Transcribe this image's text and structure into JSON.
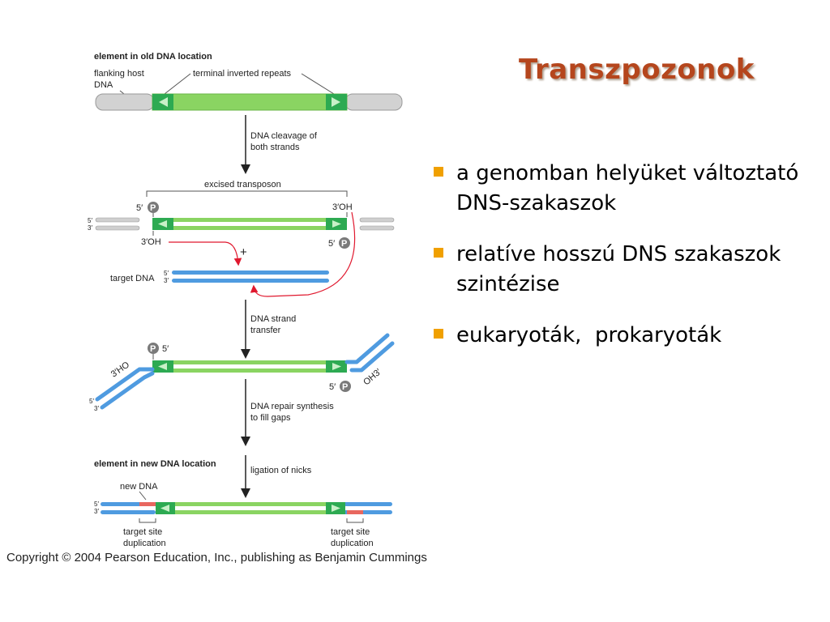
{
  "slide": {
    "title": "Transzpozonok",
    "bullets": [
      "a genomban helyüket változtató DNS-szakaszok",
      "relatíve hosszú DNS szakaszok szintézise",
      "eukaryoták,  prokaryoták"
    ],
    "copyright": "Copyright © 2004 Pearson Education, Inc., publishing as Benjamin Cummings"
  },
  "diagram": {
    "labels": {
      "old_location": "element in old DNA location",
      "flanking_host": "flanking host",
      "dna_word": "DNA",
      "terminal_repeats": "terminal inverted repeats",
      "cleavage_1": "DNA cleavage of",
      "cleavage_2": "both strands",
      "excised": "excised transposon",
      "five_p": "5′",
      "three_oh": "3′OH",
      "five": "5′",
      "three": "3′",
      "p": "P",
      "plus": "+",
      "target_dna": "target DNA",
      "transfer_1": "DNA strand",
      "transfer_2": "transfer",
      "ho3": "3′HO",
      "oh3": "OH3′",
      "repair_1": "DNA repair synthesis",
      "repair_2": "to fill gaps",
      "new_location": "element in new DNA location",
      "ligation": "ligation of nicks",
      "new_dna": "new DNA",
      "tsd_1": "target site",
      "tsd_2": "duplication"
    },
    "colors": {
      "flank": "#cfcfcf",
      "transposon": "#8ad462",
      "repeat": "#2daa52",
      "target": "#4f9be0",
      "new_dna": "#e8675f",
      "arrow_red": "#e0182e",
      "phosphate": "#7a7a7a"
    }
  }
}
